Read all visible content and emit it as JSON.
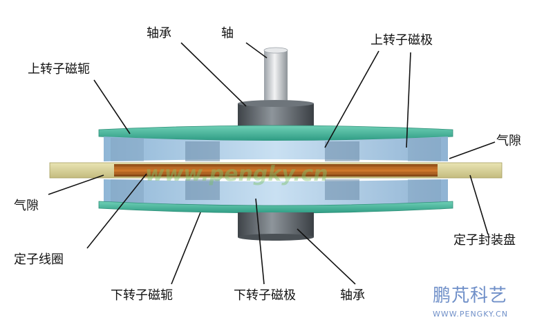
{
  "labels": {
    "top_bearing": "轴承",
    "shaft": "轴",
    "upper_rotor_yoke": "上转子磁轭",
    "upper_rotor_pole": "上转子磁极",
    "air_gap_right": "气隙",
    "air_gap_left": "气隙",
    "stator_coil": "定子线圈",
    "stator_disc": "定子封装盘",
    "lower_rotor_yoke": "下转子磁轭",
    "lower_rotor_pole": "下转子磁极",
    "bottom_bearing": "轴承"
  },
  "watermark": "www.pengky.cn",
  "brand": {
    "name": "鹏芃科艺",
    "url": "WWW.PENGKY.CN"
  },
  "colors": {
    "rotor_yoke": "#4cb9a0",
    "rotor_pole": "#a9cde8",
    "stator_disc": "#d9d39a",
    "coil": "#b5631f",
    "shaft": "#c9ccd0",
    "bearing": "#5f6469",
    "brand": "#6f8fc8"
  }
}
